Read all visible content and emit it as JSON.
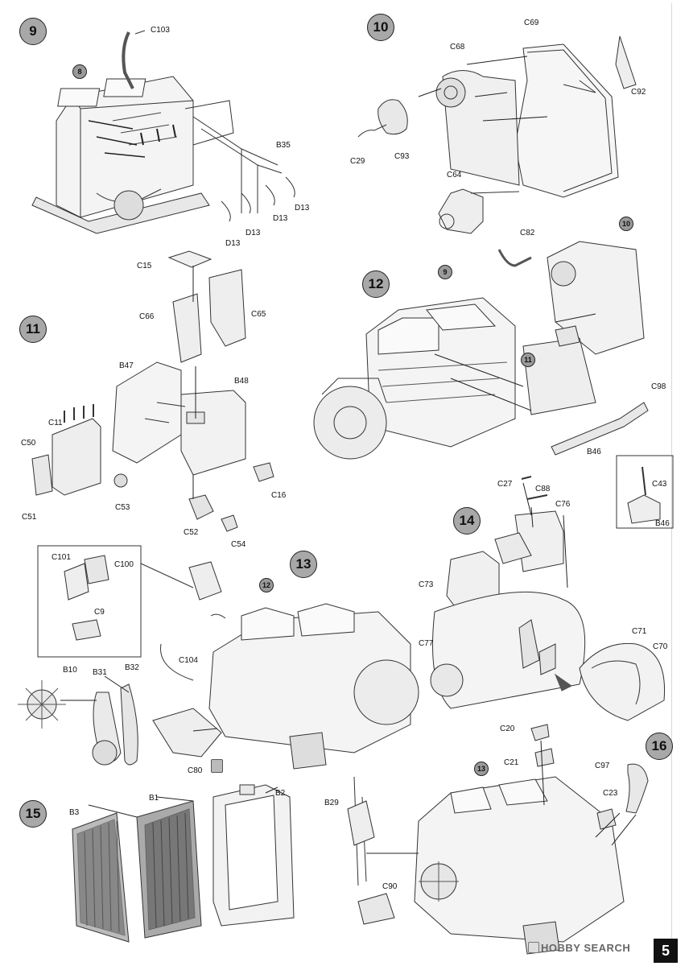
{
  "page": {
    "number": "5",
    "watermark": "HOBBY SEARCH",
    "watermark_icon": "camera-icon"
  },
  "steps": [
    {
      "number": "9",
      "parts": [
        "C103",
        "B35",
        "D13",
        "D13",
        "D13",
        "D13"
      ],
      "refs": [
        "8"
      ]
    },
    {
      "number": "10",
      "parts": [
        "C69",
        "C68",
        "C92",
        "C29",
        "C93",
        "C64"
      ],
      "refs": []
    },
    {
      "number": "11",
      "parts": [
        "C15",
        "C66",
        "C65",
        "B47",
        "B48",
        "C11",
        "C50",
        "C51",
        "C53",
        "C16",
        "C52",
        "C54"
      ],
      "refs": []
    },
    {
      "number": "12",
      "parts": [
        "C82",
        "C98",
        "B46",
        "C43",
        "B46"
      ],
      "refs": [
        "9",
        "10",
        "11"
      ]
    },
    {
      "number": "13",
      "parts": [
        "C101",
        "C100",
        "C9",
        "C104",
        "B10",
        "B31",
        "B32",
        "C80"
      ],
      "refs": [
        "12"
      ]
    },
    {
      "number": "14",
      "parts": [
        "C27",
        "C88",
        "C76",
        "C73",
        "C77",
        "C71",
        "C70"
      ],
      "refs": []
    },
    {
      "number": "15",
      "parts": [
        "B3",
        "B1",
        "B2"
      ],
      "refs": []
    },
    {
      "number": "16",
      "parts": [
        "C20",
        "C21",
        "C97",
        "C23",
        "B29",
        "C90"
      ],
      "refs": [
        "13"
      ]
    }
  ]
}
